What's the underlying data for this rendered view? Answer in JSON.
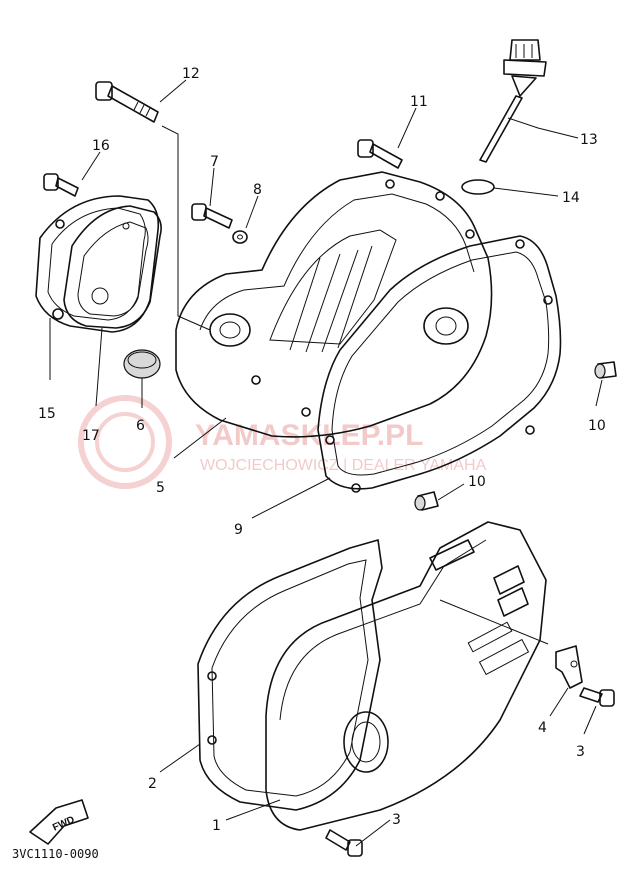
{
  "diagram": {
    "code": "3VC1110-0090",
    "fwd_label": "FWD",
    "watermark": {
      "line1": "YAMASKLEP.PL",
      "line2": "WOJCIECHOWICZ | DEALER YAMAHA"
    },
    "callouts": {
      "p1": "1",
      "p2": "2",
      "p3a": "3",
      "p3b": "3",
      "p4": "4",
      "p5": "5",
      "p6": "6",
      "p7": "7",
      "p8": "8",
      "p9": "9",
      "p10a": "10",
      "p10b": "10",
      "p11": "11",
      "p12": "12",
      "p13": "13",
      "p14": "14",
      "p15": "15",
      "p16": "16",
      "p17": "17"
    }
  }
}
